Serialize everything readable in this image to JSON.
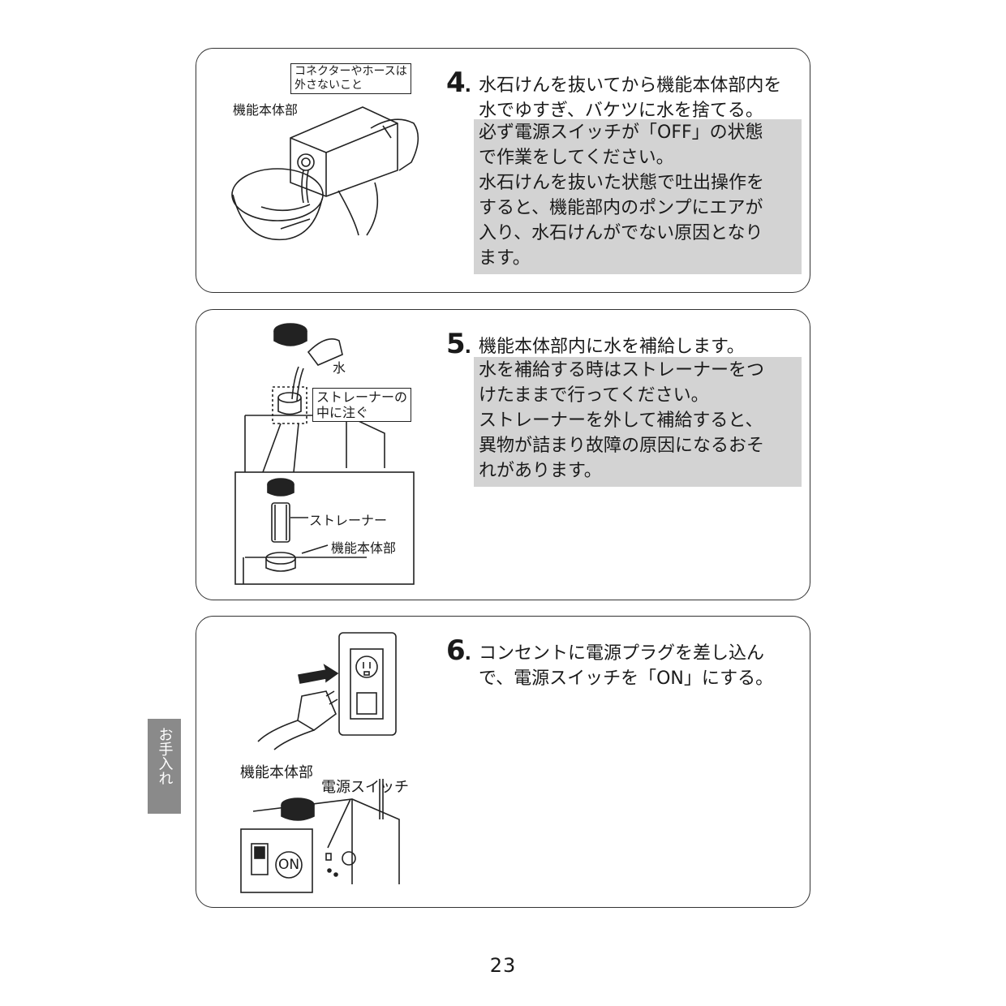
{
  "steps": [
    {
      "number": "4",
      "lead": "水石けんを抜いてから機能本体部内を\n水でゆすぎ、バケツに水を捨てる。",
      "note": "必ず電源スイッチが「OFF」の状態\nで作業をしてください。\n水石けんを抜いた状態で吐出操作を\nすると、機能部内のポンプにエアが\n入り、水石けんがでない原因となり\nます。",
      "labels": {
        "warning": "コネクターやホースは\n外さないこと",
        "body": "機能本体部"
      }
    },
    {
      "number": "5",
      "lead": "機能本体部内に水を補給します。",
      "note": "水を補給する時はストレーナーをつ\nけたままで行ってください。\nストレーナーを外して補給すると、\n異物が詰まり故障の原因になるおそ\nれがあります。",
      "labels": {
        "water": "水",
        "pour": "ストレーナーの\n中に注ぐ",
        "strainer": "ストレーナー",
        "body": "機能本体部"
      }
    },
    {
      "number": "6",
      "lead": "コンセントに電源プラグを差し込ん\nで、電源スイッチを「ON」にする。",
      "labels": {
        "body": "機能本体部",
        "switch": "電源スイッチ",
        "on": "ON"
      }
    }
  ],
  "side_tab": "お手入れ",
  "page_number": "23"
}
